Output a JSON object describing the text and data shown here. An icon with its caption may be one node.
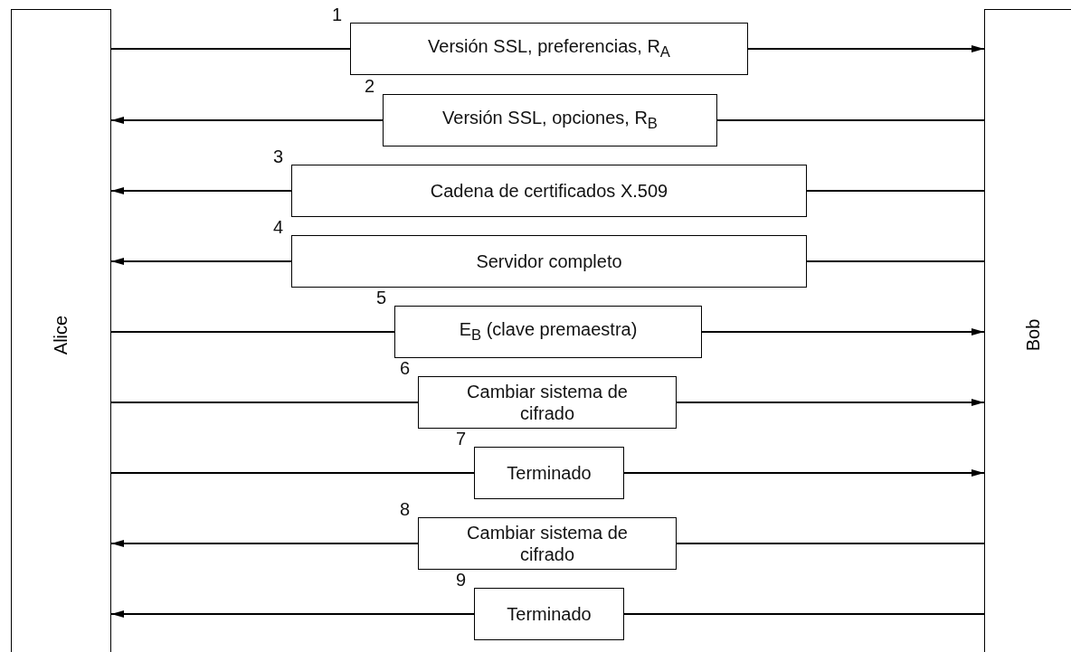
{
  "diagram": {
    "nodes": [
      {
        "text": [
          "Alice"
        ]
      },
      {
        "text": [
          "Bob"
        ]
      },
      {
        "text": [
          "Versión SSL, preferencias, R$_{A}$"
        ],
        "beside": [
          "1"
        ]
      },
      {
        "text": [
          "Versión SSL, opciones, R$_{B}$"
        ],
        "beside": [
          "2"
        ]
      },
      {
        "text": [
          "Cadena de certificados X.509"
        ],
        "beside": [
          "3"
        ]
      },
      {
        "text": [
          "Servidor completo"
        ],
        "beside": [
          "4"
        ]
      },
      {
        "text": [
          "E$_{B}$ (clave premaestra)"
        ],
        "beside": [
          "5"
        ]
      },
      {
        "text": [
          "Cambiar sistema de cifrado"
        ],
        "beside": [
          "6"
        ]
      },
      {
        "text": [
          "Terminado"
        ],
        "beside": [
          "7"
        ]
      },
      {
        "text": [
          "Cambiar sistema de cifrado"
        ],
        "beside": [
          "8"
        ]
      },
      {
        "text": [
          "Terminado"
        ],
        "beside": [
          "9"
        ]
      }
    ],
    "edges": [
      {
        "from": 0,
        "to": 2,
        "arrow": "none"
      },
      {
        "from": 2,
        "to": 1,
        "arrow": "to"
      },
      {
        "from": 1,
        "to": 3,
        "arrow": "none"
      },
      {
        "from": 3,
        "to": 0,
        "arrow": "to"
      },
      {
        "from": 1,
        "to": 4,
        "arrow": "none"
      },
      {
        "from": 4,
        "to": 0,
        "arrow": "to"
      },
      {
        "from": 1,
        "to": 5,
        "arrow": "none"
      },
      {
        "from": 5,
        "to": 0,
        "arrow": "to"
      },
      {
        "from": 0,
        "to": 6,
        "arrow": "none"
      },
      {
        "from": 6,
        "to": 1,
        "arrow": "to"
      },
      {
        "from": 0,
        "to": 7,
        "arrow": "none"
      },
      {
        "from": 7,
        "to": 1,
        "arrow": "to"
      },
      {
        "from": 0,
        "to": 8,
        "arrow": "none"
      },
      {
        "from": 8,
        "to": 1,
        "arrow": "to"
      },
      {
        "from": 1,
        "to": 9,
        "arrow": "none"
      },
      {
        "from": 9,
        "to": 0,
        "arrow": "to"
      },
      {
        "from": 1,
        "to": 10,
        "arrow": "none"
      },
      {
        "from": 10,
        "to": 0,
        "arrow": "to"
      }
    ]
  }
}
